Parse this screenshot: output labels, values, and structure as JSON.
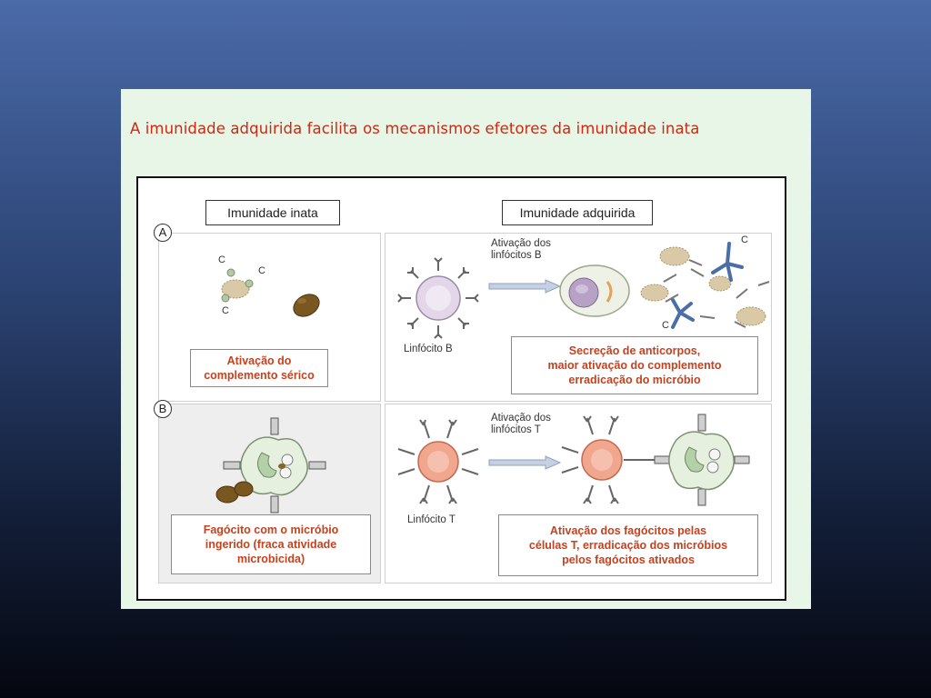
{
  "title": "A imunidade adquirida facilita os mecanismos efetores da imunidade inata",
  "columns": {
    "innate": "Imunidade inata",
    "acquired": "Imunidade adquirida"
  },
  "panels": {
    "a": {
      "letter": "A",
      "complement_labels": [
        "C",
        "C",
        "C"
      ],
      "innate_caption": [
        "Ativação do",
        "complemento sérico"
      ],
      "cell_label": "Linfócito B",
      "arrow_label": [
        "Ativação dos",
        "linfócitos B"
      ],
      "antibody_complement_label": [
        "C",
        "C"
      ],
      "acquired_caption": [
        "Secreção de anticorpos,",
        "maior ativação do complemento",
        "erradicação do micróbio"
      ]
    },
    "b": {
      "letter": "B",
      "innate_caption": [
        "Fagócito com o micróbio",
        "ingerido (fraca atividade",
        "microbicida)"
      ],
      "cell_label": "Linfócito T",
      "arrow_label": [
        "Ativação dos",
        "linfócitos T"
      ],
      "acquired_caption": [
        "Ativação dos fagócitos pelas",
        "células T, erradicação dos micróbios",
        "pelos fagócitos ativados"
      ]
    }
  },
  "colors": {
    "title": "#cc2a12",
    "caption_text": "#c4421f",
    "microbe": "#7a5620",
    "b_cell": "#d8c8e0",
    "t_cell": "#f1a68e",
    "antibody": "#4a6ea8"
  }
}
